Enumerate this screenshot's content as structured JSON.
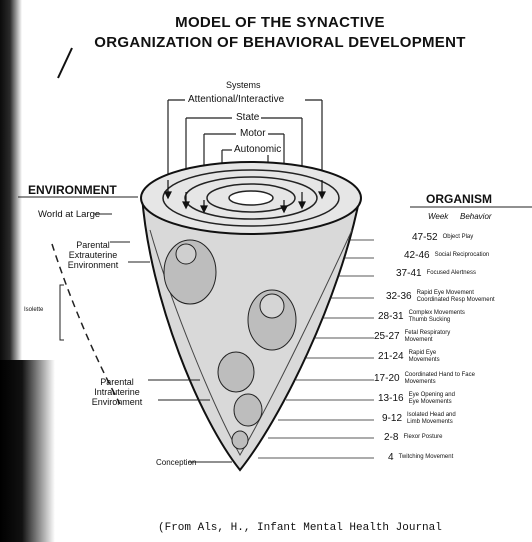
{
  "title": {
    "line1": "MODEL OF THE SYNACTIVE",
    "line2": "ORGANIZATION OF BEHAVIORAL DEVELOPMENT"
  },
  "systems": {
    "heading": "Systems",
    "items": [
      "Attentional/Interactive",
      "State",
      "Motor",
      "Autonomic"
    ]
  },
  "environment": {
    "heading": "ENVIRONMENT",
    "world": "World at Large",
    "extrauterine": [
      "Parental",
      "Extrauterine",
      "Environment"
    ],
    "isolette": "Isolette",
    "intrauterine": [
      "Parental",
      "Intrauterine",
      "Environment"
    ],
    "conception": "Conception"
  },
  "organism": {
    "heading": "ORGANISM",
    "col_week": "Week",
    "col_behavior": "Behavior",
    "milestones": [
      {
        "week": "47-52",
        "behavior": [
          "Object Play"
        ]
      },
      {
        "week": "42-46",
        "behavior": [
          "Social Reciprocation"
        ]
      },
      {
        "week": "37-41",
        "behavior": [
          "Focused Alertness"
        ]
      },
      {
        "week": "32-36",
        "behavior": [
          "Rapid Eye Movement",
          "Coordinated Resp Movement"
        ]
      },
      {
        "week": "28-31",
        "behavior": [
          "Complex Movements",
          "Thumb Sucking"
        ]
      },
      {
        "week": "25-27",
        "behavior": [
          "Fetal Respiratory",
          "Movement"
        ]
      },
      {
        "week": "21-24",
        "behavior": [
          "Rapid Eye",
          "Movements"
        ]
      },
      {
        "week": "17-20",
        "behavior": [
          "Coordinated Hand to Face",
          "Movements"
        ]
      },
      {
        "week": "13-16",
        "behavior": [
          "Eye Opening and",
          "Eye Movements"
        ]
      },
      {
        "week": "9-12",
        "behavior": [
          "Isolated Head and",
          "Limb Movements"
        ]
      },
      {
        "week": "2-8",
        "behavior": [
          "Flexor Posture"
        ]
      },
      {
        "week": "4",
        "behavior": [
          "Twitching Movement"
        ]
      }
    ]
  },
  "citation": "(From Als, H., Infant Mental Health Journal"
}
